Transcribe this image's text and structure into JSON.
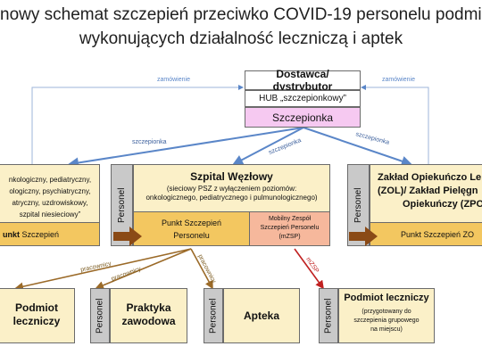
{
  "title": {
    "line1": "nowy schemat szczepień przeciwko COVID-19 personelu podmio",
    "line2": "wykonujących działalność leczniczą i aptek"
  },
  "distributor": {
    "name": "Dostawca/ dystrybutor",
    "hub": "HUB „szczepionkowy”",
    "vaccine": "Szczepionka"
  },
  "edge_labels": {
    "zamowienie_left": "zamówienie",
    "zamowienie_right": "zamówienie",
    "szczepionka_left": "szczepionka",
    "szczepionka_center": "szczepionka",
    "szczepionka_right": "szczepionka",
    "pracownicy_1": "pracownicy",
    "pracownicy_2": "pracownicy",
    "pracownicy_3": "pracownicy",
    "mzsp": "mZSP"
  },
  "left_hospital": {
    "lines": [
      "nkologiczny, pediatryczny,",
      "ologiczny, psychiatryczny,",
      "atryczny, uzdrowiskowy,",
      "szpital niesieciowy”"
    ],
    "point_bold": "unkt",
    "point_rest": "Szczepień"
  },
  "central_hospital": {
    "personel": "Personel",
    "name": "Szpital Węzłowy",
    "desc1": "(sieciowy PSZ z wyłączeniem poziomów:",
    "desc2": "onkologicznego, pediatrycznego i pulmunologicznego)",
    "point_line1": "Punkt Szczepień",
    "point_line2": "Personelu",
    "mobile_line1": "Mobilny Zespół",
    "mobile_line2": "Szczepień Personelu",
    "mobile_line3": "(mZSP)"
  },
  "zol": {
    "personel": "Personel",
    "line1": "Zakład Opiekuńczo Le",
    "line2": "(ZOL)/ Zakład Pielęgn",
    "line3": "Opiekuńczy (ZPO",
    "point": "Punkt Szczepień ZO"
  },
  "bottom": {
    "box1": {
      "line1": "Podmiot",
      "line2": "leczniczy"
    },
    "box2": {
      "personel": "Personel",
      "line1": "Praktyka",
      "line2": "zawodowa"
    },
    "box3": {
      "personel": "Personel",
      "label": "Apteka"
    },
    "box4": {
      "personel": "Personel",
      "line1": "Podmiot leczniczy",
      "sub1": "(przygotowany do",
      "sub2": "szczepienia grupowego",
      "sub3": "na miejscu)"
    }
  }
}
